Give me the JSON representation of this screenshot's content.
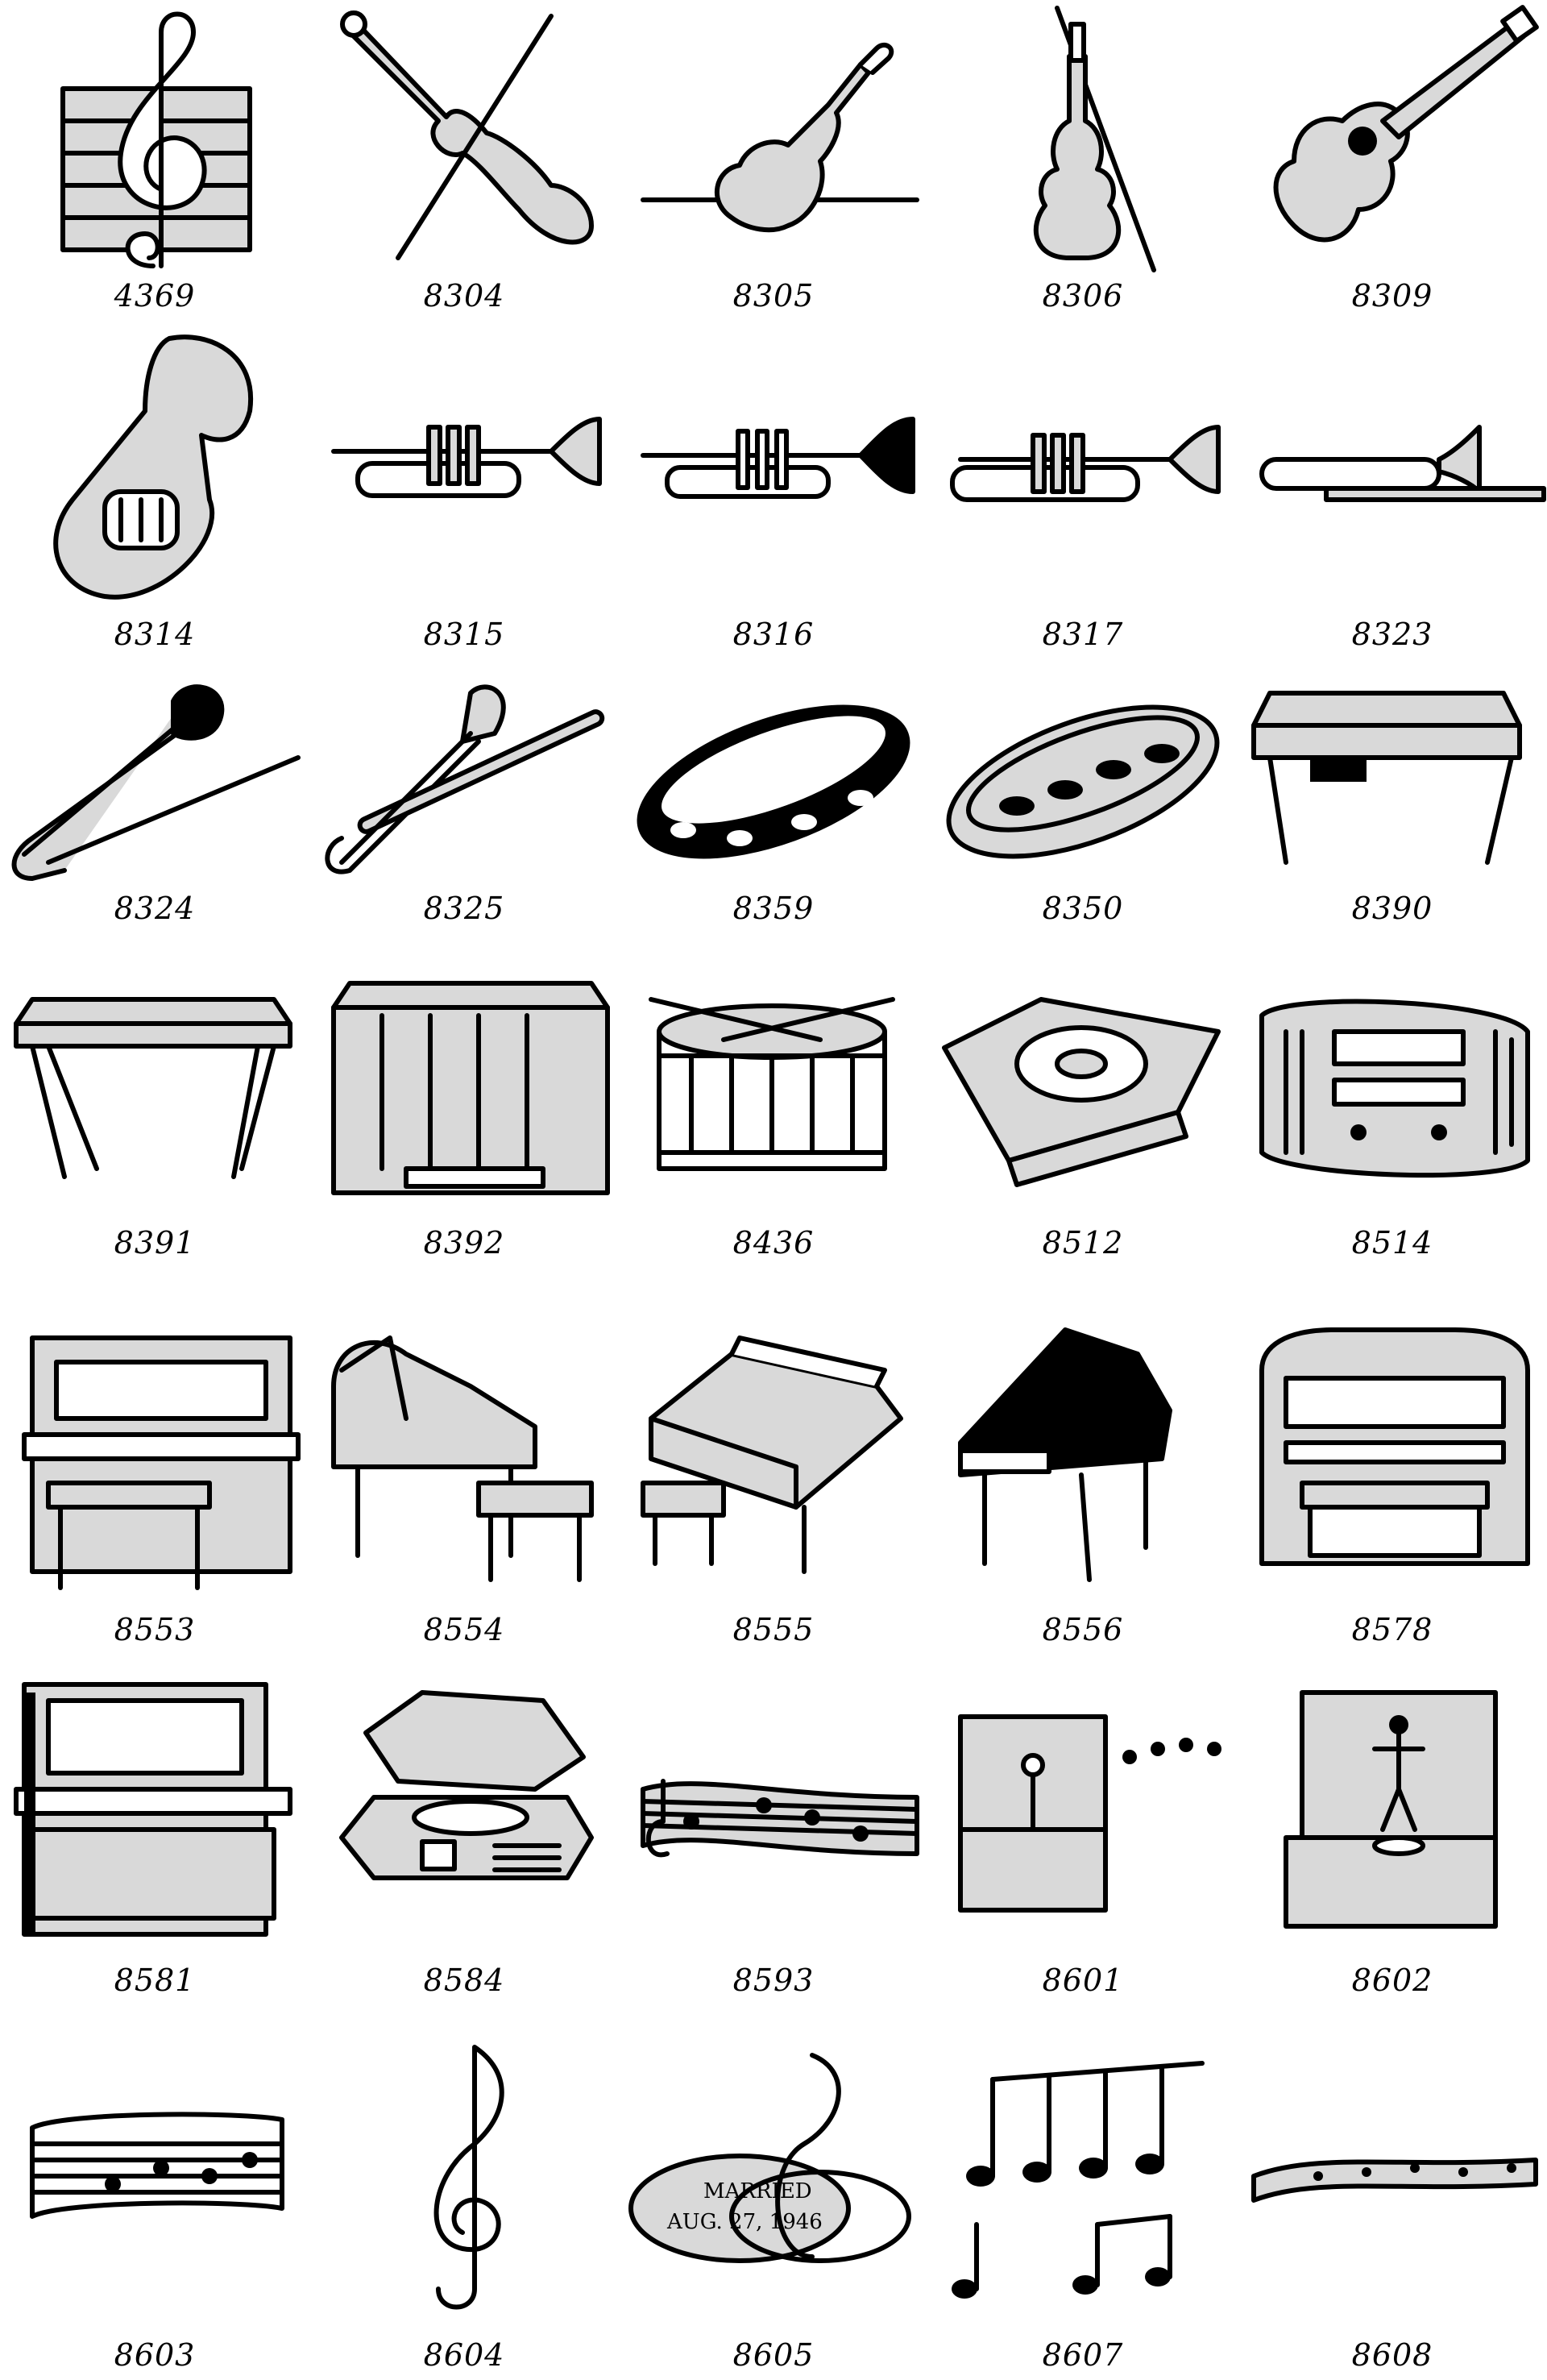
{
  "colors": {
    "line": "#000000",
    "fill_gray": "#d9d9d9",
    "background": "#ffffff"
  },
  "rows": [
    {
      "items": [
        {
          "code": "4369",
          "icon": "treble-clef-staff-icon"
        },
        {
          "code": "8304",
          "icon": "violin-with-bow-crossed-icon"
        },
        {
          "code": "8305",
          "icon": "violin-lying-with-bow-icon"
        },
        {
          "code": "8306",
          "icon": "upright-violin-with-bow-icon"
        },
        {
          "code": "8309",
          "icon": "acoustic-guitar-icon"
        }
      ]
    },
    {
      "items": [
        {
          "code": "8314",
          "icon": "tuba-icon"
        },
        {
          "code": "8315",
          "icon": "trumpet-icon"
        },
        {
          "code": "8316",
          "icon": "trumpet-black-bell-icon"
        },
        {
          "code": "8317",
          "icon": "trumpet-gray-icon"
        },
        {
          "code": "8323",
          "icon": "trombone-icon"
        }
      ]
    },
    {
      "items": [
        {
          "code": "8324",
          "icon": "trombone-black-icon"
        },
        {
          "code": "8325",
          "icon": "trombone-gray-icon"
        },
        {
          "code": "8359",
          "icon": "tambourine-black-icon"
        },
        {
          "code": "8350",
          "icon": "tambourine-gray-icon"
        },
        {
          "code": "8390",
          "icon": "pedal-steel-guitar-icon"
        }
      ]
    },
    {
      "items": [
        {
          "code": "8391",
          "icon": "lap-steel-on-stand-icon"
        },
        {
          "code": "8392",
          "icon": "steel-guitar-cabinet-icon"
        },
        {
          "code": "8436",
          "icon": "snare-drum-icon"
        },
        {
          "code": "8512",
          "icon": "turntable-icon"
        },
        {
          "code": "8514",
          "icon": "radio-icon"
        }
      ]
    },
    {
      "items": [
        {
          "code": "8553",
          "icon": "upright-piano-with-bench-icon"
        },
        {
          "code": "8554",
          "icon": "grand-piano-with-stool-icon"
        },
        {
          "code": "8555",
          "icon": "baby-grand-piano-icon"
        },
        {
          "code": "8556",
          "icon": "black-grand-piano-icon"
        },
        {
          "code": "8578",
          "icon": "organ-icon"
        }
      ]
    },
    {
      "items": [
        {
          "code": "8581",
          "icon": "upright-piano-icon"
        },
        {
          "code": "8584",
          "icon": "phonograph-icon"
        },
        {
          "code": "8593",
          "icon": "music-staff-notes-icon"
        },
        {
          "code": "8601",
          "icon": "music-box-small-ballerina-icon"
        },
        {
          "code": "8602",
          "icon": "music-box-large-ballerina-icon"
        }
      ]
    },
    {
      "items": [
        {
          "code": "8603",
          "icon": "scroll-sheet-music-icon"
        },
        {
          "code": "8604",
          "icon": "treble-clef-icon"
        },
        {
          "code": "8605",
          "icon": "clef-with-rings-icon",
          "ring_text_1": "MARRIED",
          "ring_text_2": "AUG. 27, 1946"
        },
        {
          "code": "8607",
          "icon": "beamed-notes-icon"
        },
        {
          "code": "8608",
          "icon": "wavy-staff-icon"
        }
      ]
    }
  ]
}
